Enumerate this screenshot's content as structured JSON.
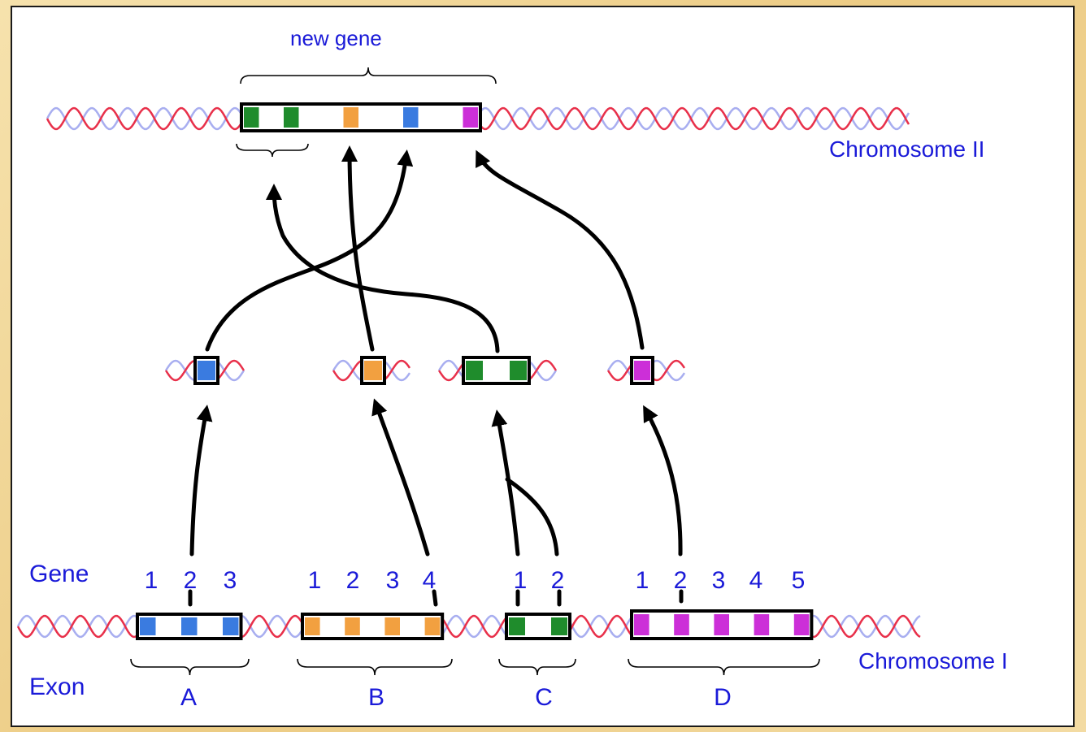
{
  "labels": {
    "new_gene": "new gene",
    "chromosome_2": "Chromosome II",
    "chromosome_1": "Chromosome I",
    "gene": "Gene",
    "exon": "Exon"
  },
  "genes": [
    {
      "letter": "A",
      "numbers": [
        "1",
        "2",
        "3"
      ],
      "color": "#3a7be0"
    },
    {
      "letter": "B",
      "numbers": [
        "1",
        "2",
        "3",
        "4"
      ],
      "color": "#f2a040"
    },
    {
      "letter": "C",
      "numbers": [
        "1",
        "2"
      ],
      "color": "#1f8c2c"
    },
    {
      "letter": "D",
      "numbers": [
        "1",
        "2",
        "3",
        "4",
        "5"
      ],
      "color": "#cc2fd8"
    }
  ],
  "colors": {
    "text": "#1a1ad8",
    "dna_red": "#e8304a",
    "dna_blue": "#a8aef0",
    "blue_exon": "#3a7be0",
    "orange_exon": "#f2a040",
    "green_exon": "#1f8c2c",
    "magenta_exon": "#cc2fd8"
  }
}
